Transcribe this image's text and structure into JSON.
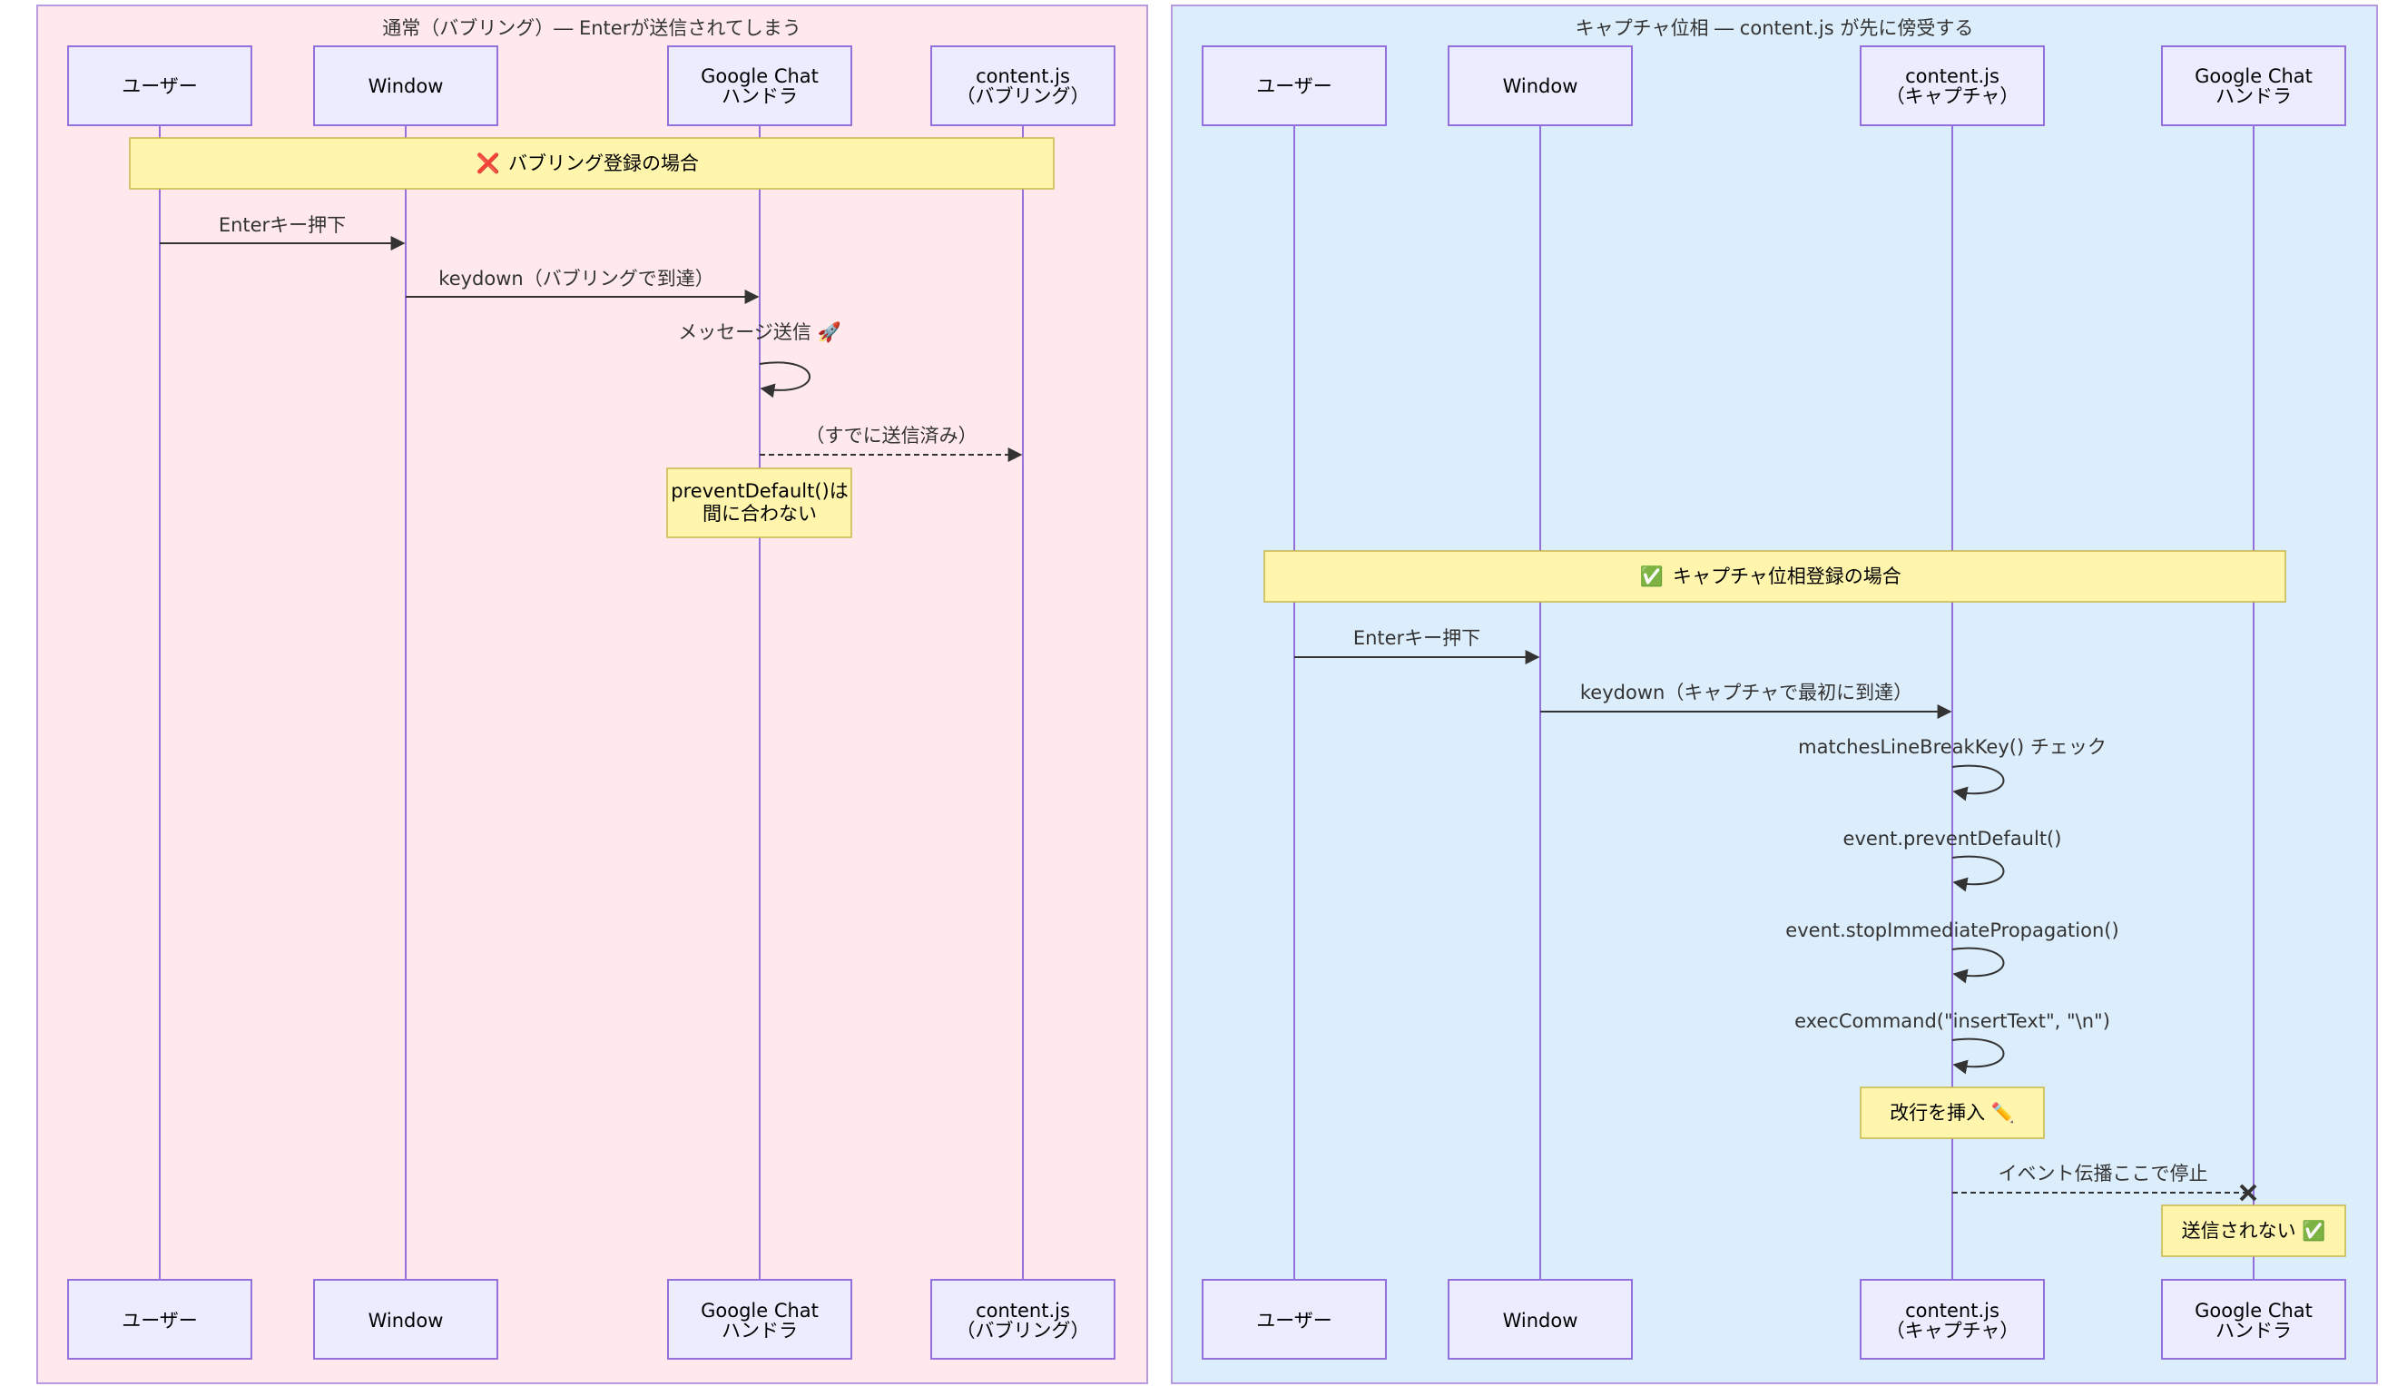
{
  "left_panel": {
    "title": "通常（バブリング）― Enterが送信されてしまう",
    "participants": [
      {
        "lines": [
          "ユーザー"
        ]
      },
      {
        "lines": [
          "Window"
        ]
      },
      {
        "lines": [
          "Google Chat",
          "ハンドラ"
        ]
      },
      {
        "lines": [
          "content.js",
          "（バブリング）"
        ]
      }
    ],
    "banner": {
      "icon": "❌",
      "text": "バブリング登録の場合"
    },
    "messages": [
      {
        "text": "Enterキー押下"
      },
      {
        "text": "keydown（バブリングで到達）"
      },
      {
        "text": "メッセージ送信 🚀"
      },
      {
        "text": "（すでに送信済み）"
      }
    ],
    "note": [
      "preventDefault()は",
      "間に合わない"
    ]
  },
  "right_panel": {
    "title": "キャプチャ位相 ― content.js が先に傍受する",
    "participants": [
      {
        "lines": [
          "ユーザー"
        ]
      },
      {
        "lines": [
          "Window"
        ]
      },
      {
        "lines": [
          "content.js",
          "（キャプチャ）"
        ]
      },
      {
        "lines": [
          "Google Chat",
          "ハンドラ"
        ]
      }
    ],
    "banner": {
      "icon": "✅",
      "text": "キャプチャ位相登録の場合"
    },
    "messages": [
      {
        "text": "Enterキー押下"
      },
      {
        "text": "keydown（キャプチャで最初に到達）"
      },
      {
        "text": "matchesLineBreakKey() チェック"
      },
      {
        "text": "event.preventDefault()"
      },
      {
        "text": "event.stopImmediatePropagation()"
      },
      {
        "text": "execCommand(\"insertText\", \"\\n\")"
      },
      {
        "text": "イベント伝播ここで停止"
      }
    ],
    "notes": [
      {
        "text": "改行を挿入 ✏️"
      },
      {
        "text": "送信されない ✅"
      }
    ]
  },
  "colors": {
    "left_bg": "#ffe9ec",
    "right_bg": "#dcedfc",
    "panel_border": "#b79ae0",
    "actor_fill": "#ececff",
    "actor_border": "#9370db",
    "lifeline": "#9370db",
    "note_fill": "#fff5ad",
    "note_border": "#c8b84a",
    "arrow": "#333333"
  }
}
